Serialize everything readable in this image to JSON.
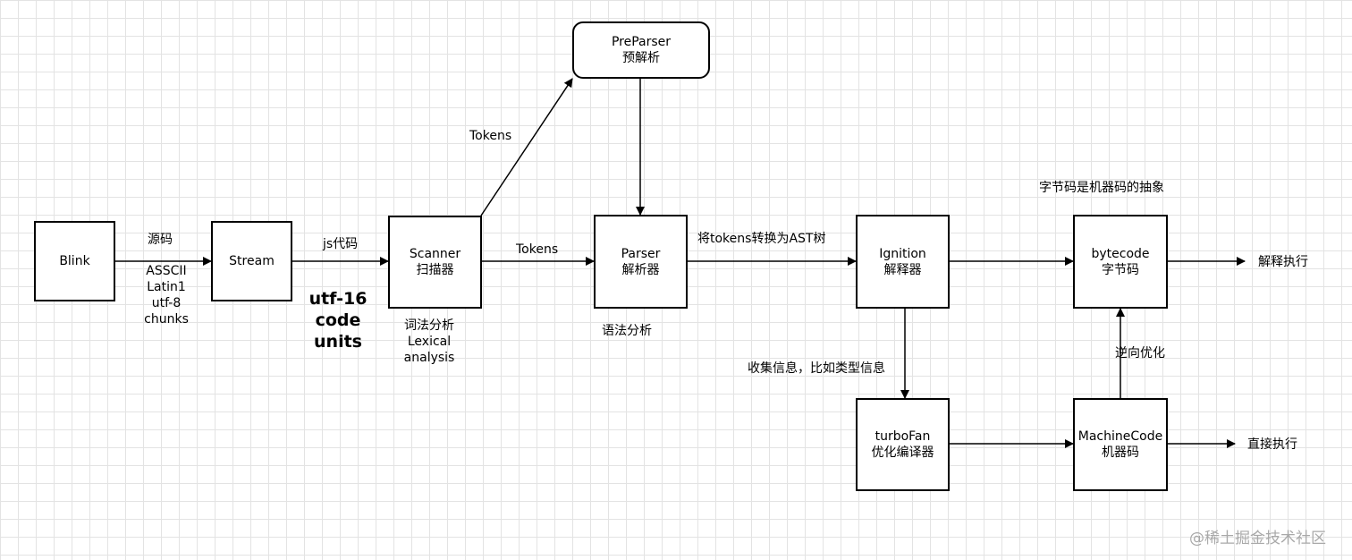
{
  "nodes": {
    "blink": {
      "title": "Blink"
    },
    "stream": {
      "title": "Stream"
    },
    "scanner": {
      "title": "Scanner",
      "subtitle": "扫描器"
    },
    "preparser": {
      "title": "PreParser",
      "subtitle": "预解析"
    },
    "parser": {
      "title": "Parser",
      "subtitle": "解析器"
    },
    "ignition": {
      "title": "Ignition",
      "subtitle": "解释器"
    },
    "bytecode": {
      "title": "bytecode",
      "subtitle": "字节码"
    },
    "turbofan": {
      "title": "turboFan",
      "subtitle": "优化编译器"
    },
    "machinecode": {
      "title": "MachineCode",
      "subtitle": "机器码"
    }
  },
  "edge_labels": {
    "blink_stream_top": "源码",
    "blink_stream_bottom": [
      "ASSCII",
      "Latin1",
      "utf-8",
      "chunks"
    ],
    "stream_scanner_top": "js代码",
    "stream_scanner_bottom": [
      "utf-16",
      "code",
      "units"
    ],
    "scanner_preparser": "Tokens",
    "scanner_parser": "Tokens",
    "parser_ignition": "将tokens转换为AST树",
    "ignition_turbofan": "收集信息，比如类型信息",
    "machinecode_bytecode": "逆向优化",
    "bytecode_out": "解释执行",
    "machinecode_out": "直接执行"
  },
  "annotations": {
    "scanner_note": [
      "词法分析",
      "Lexical",
      "analysis"
    ],
    "parser_note": "语法分析",
    "bytecode_note": "字节码是机器码的抽象"
  },
  "watermark": "@稀土掘金技术社区"
}
